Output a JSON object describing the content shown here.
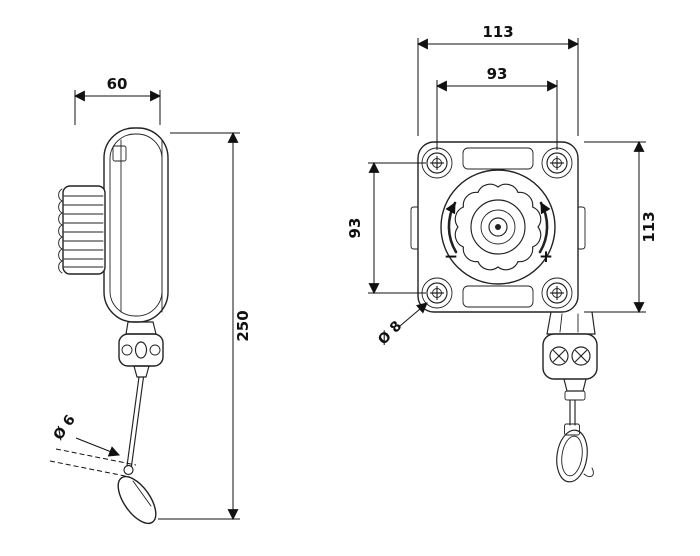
{
  "drawing": {
    "side_view": {
      "width": "60",
      "height": "250",
      "cable_diameter": "Ø 6"
    },
    "front_view": {
      "outer_width": "113",
      "hole_spacing_horizontal": "93",
      "hole_spacing_vertical": "93",
      "outer_height": "113",
      "hole_diameter": "Ø 8",
      "rotation_minus": "−",
      "rotation_plus": "+"
    }
  }
}
